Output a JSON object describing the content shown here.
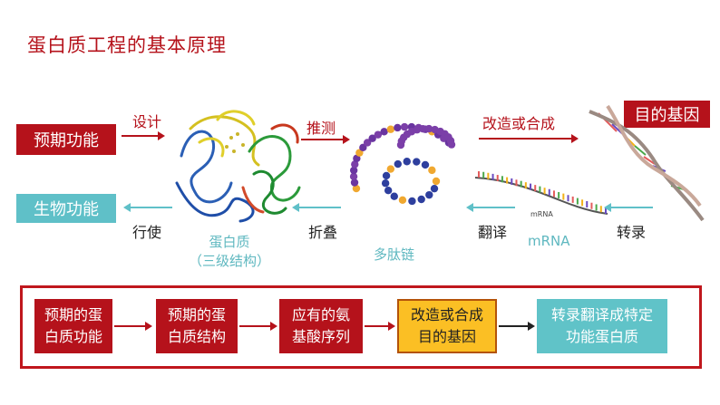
{
  "title": "蛋白质工程的基本原理",
  "top_row": {
    "predicted_function": "预期功能",
    "design": "设计",
    "infer": "推测",
    "modify_or_synthesize": "改造或合成",
    "target_gene": "目的基因"
  },
  "bottom_row": {
    "biological_function": "生物功能",
    "perform": "行使",
    "protein_line1": "蛋白质",
    "protein_line2": "（三级结构）",
    "fold": "折叠",
    "polypeptide": "多肽链",
    "translate": "翻译",
    "mrna": "mRNA",
    "mrna_small": "mRNA",
    "transcribe": "转录"
  },
  "flow": [
    {
      "line1": "预期的蛋",
      "line2": "白质功能"
    },
    {
      "line1": "预期的蛋",
      "line2": "白质结构"
    },
    {
      "line1": "应有的氨",
      "line2": "基酸序列"
    },
    {
      "line1": "改造或合成",
      "line2": "目的基因"
    },
    {
      "line1": "转录翻译成特定",
      "line2": "功能蛋白质"
    }
  ],
  "colors": {
    "red": "#b5121b",
    "teal": "#5fc0c8",
    "yellow": "#fbbf24"
  }
}
